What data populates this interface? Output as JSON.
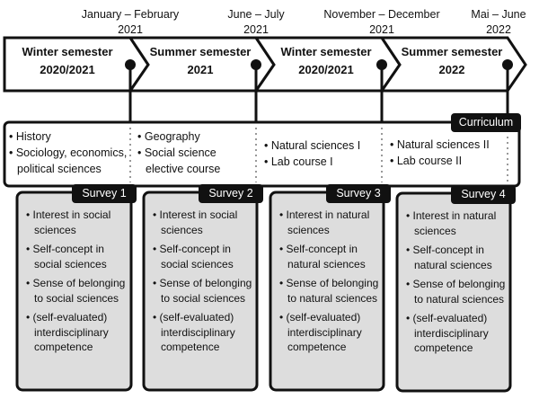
{
  "dates": [
    {
      "line1": "January – February",
      "line2": "2021"
    },
    {
      "line1": "June – July",
      "line2": "2021"
    },
    {
      "line1": "November – December",
      "line2": "2021"
    },
    {
      "line1": "Mai – June",
      "line2": "2022"
    }
  ],
  "semesters": [
    {
      "line1": "Winter semester",
      "line2": "2020/2021"
    },
    {
      "line1": "Summer semester",
      "line2": "2021"
    },
    {
      "line1": "Winter semester",
      "line2": "2020/2021"
    },
    {
      "line1": "Summer semester",
      "line2": "2022"
    }
  ],
  "curriculum": {
    "label": "Curriculum",
    "columns": [
      [
        "• History",
        "• Sociology, economics, political sciences"
      ],
      [
        "• Geography",
        "• Social science elective course"
      ],
      [
        "• Natural sciences I",
        "• Lab course I"
      ],
      [
        "• Natural sciences II",
        "• Lab course II"
      ]
    ]
  },
  "surveys": [
    {
      "label": "Survey 1",
      "items": [
        "• Interest in social sciences",
        "• Self-concept in social sciences",
        "• Sense of belonging to social sciences",
        "• (self-evaluated) interdisciplinary competence"
      ]
    },
    {
      "label": "Survey 2",
      "items": [
        "• Interest in social sciences",
        "• Self-concept in social sciences",
        "• Sense of belonging to social sciences",
        "• (self-evaluated) interdisciplinary competence"
      ]
    },
    {
      "label": "Survey 3",
      "items": [
        "• Interest in natural sciences",
        "• Self-concept in natural sciences",
        "• Sense of belonging to natural sciences",
        "• (self-evaluated) interdisciplinary competence"
      ]
    },
    {
      "label": "Survey 4",
      "items": [
        "• Interest in natural sciences",
        "• Self-concept in natural sciences",
        "• Sense of belonging to natural sciences",
        "• (self-evaluated) interdisciplinary competence"
      ]
    }
  ]
}
